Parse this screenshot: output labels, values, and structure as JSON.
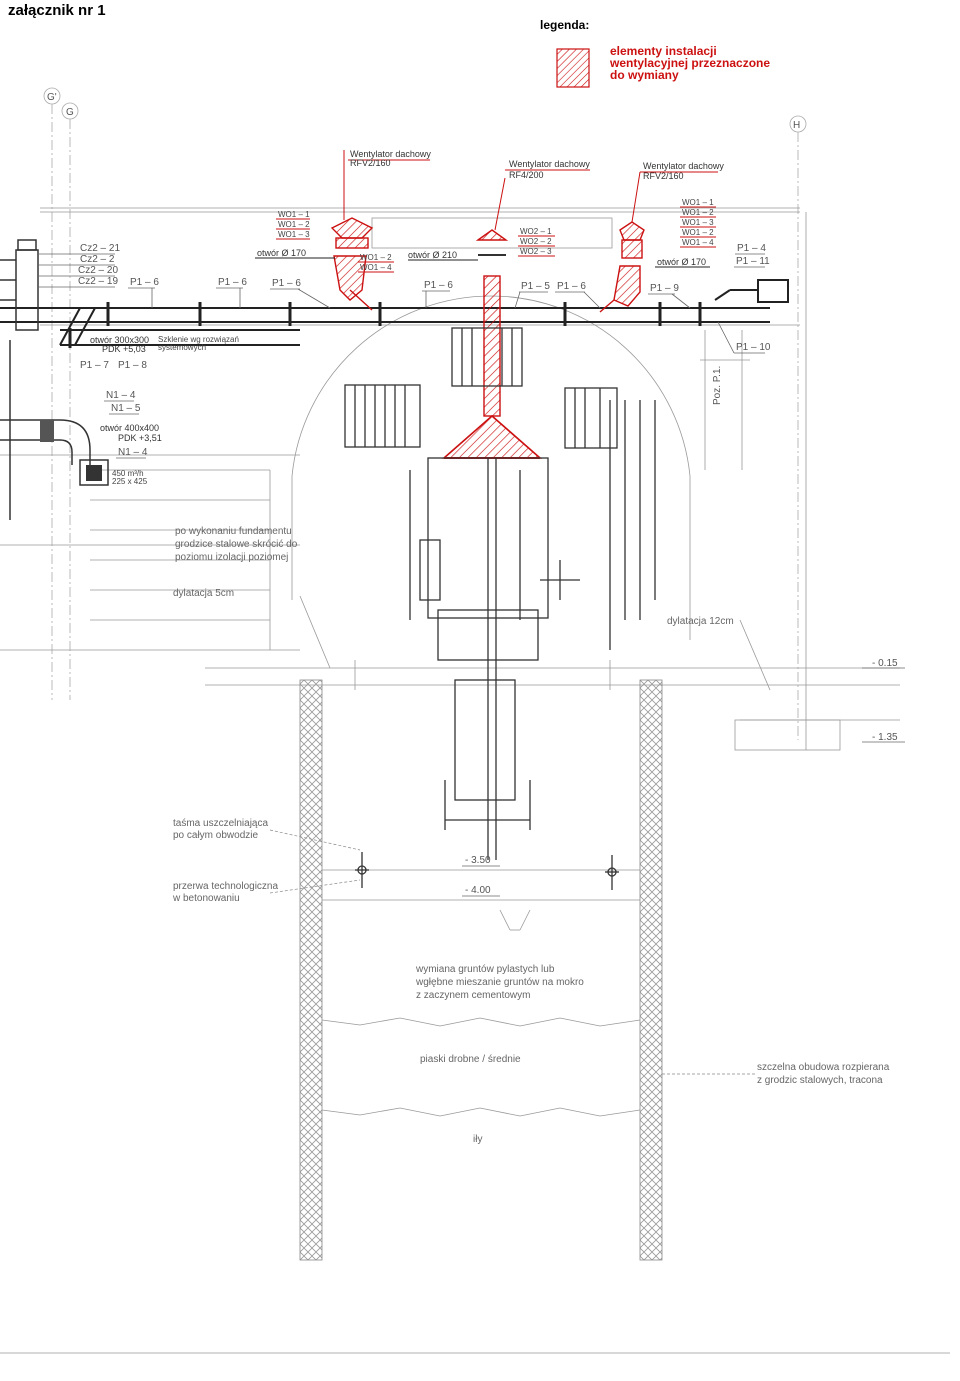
{
  "header": {
    "title": "załącznik nr 1",
    "legend_label": "legenda:",
    "legend_lines": [
      "elementy instalacji",
      "wentylacyjnej przeznaczone",
      "do wymiany"
    ],
    "legend_color": "#cc1111"
  },
  "axes": {
    "g_prime": "G'",
    "g": "G",
    "h": "H"
  },
  "fans": [
    {
      "title": "Wentylator dachowy",
      "model": "RFV2/160"
    },
    {
      "title": "Wentylator dachowy",
      "model": "RF4/200"
    },
    {
      "title": "Wentylator dachowy",
      "model": "RFV2/160"
    }
  ],
  "tags": {
    "wo1_left": [
      "WO1 – 1",
      "WO1 – 2",
      "WO1 – 3"
    ],
    "wo1_mid": [
      "WO1 – 2",
      "WO1 – 4"
    ],
    "wo2": [
      "WO2 – 1",
      "WO2 – 2",
      "WO2 – 3"
    ],
    "wo1_right": [
      "WO1 – 1",
      "WO1 – 2",
      "WO1 – 3",
      "WO1 – 2",
      "WO1 – 4"
    ],
    "cz": [
      "Cz2 – 21",
      "Cz2 – 2",
      "Cz2 – 20",
      "Cz2 – 19"
    ],
    "p1_top": [
      "P1 – 6",
      "P1 – 6",
      "P1 – 6",
      "P1 – 6",
      "P1 – 5",
      "P1 – 6",
      "P1 – 9"
    ],
    "p1_right": [
      "P1 – 4",
      "P1 – 11",
      "P1 – 10"
    ],
    "p1_left": [
      "P1 – 7",
      "P1 – 8"
    ],
    "n1": [
      "N1 – 4",
      "N1 – 5",
      "N1 – 4"
    ]
  },
  "openings": {
    "o170_left": "otwór Ø 170",
    "o210": "otwór Ø 210",
    "o170_right": "otwór Ø 170",
    "o300": "otwór 300x300",
    "pdk503": "PDK +5,03",
    "o400": "otwór 400x400",
    "pdk351": "PDK +3,51",
    "flow": "450  m³/h",
    "grille": "225  x  425",
    "szklenie": [
      "Szklenie wg rozwiązań",
      "systemowych"
    ],
    "poz": "Poz. P.1."
  },
  "notes": {
    "fundament": [
      "po wykonaniu fundamentu",
      "grodzice stalowe skrócić do",
      "poziomu izolacji poziomej"
    ],
    "dyl5": "dylatacja 5cm",
    "dyl12": "dylatacja 12cm",
    "tasma": [
      "taśma uszczelniająca",
      "po całym obwodzie"
    ],
    "przerwa": [
      "przerwa technologiczna",
      "w betonowaniu"
    ],
    "wymiana": [
      "wymiana gruntów pylastych lub",
      "wgłębne mieszanie gruntów na mokro",
      "z zaczynem cementowym"
    ],
    "piaski": "piaski drobne / średnie",
    "ily": "iły",
    "obudowa": [
      "szczelna obudowa rozpierana",
      "z grodzic stalowych, tracona"
    ]
  },
  "levels": {
    "l015": "- 0.15",
    "l135": "- 1.35",
    "l350": "- 3.50",
    "l400": "- 4.00"
  }
}
